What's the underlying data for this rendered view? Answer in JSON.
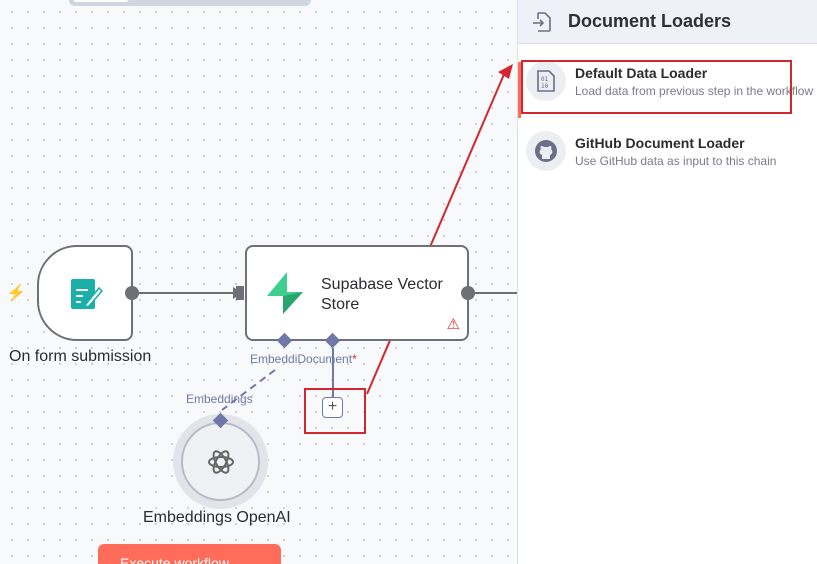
{
  "canvas": {
    "nodes": {
      "trigger": {
        "label": "On form submission"
      },
      "supabase": {
        "label_line1": "Supabase Vector",
        "label_line2": "Store"
      },
      "openai": {
        "label": "Embeddings OpenAI"
      }
    },
    "ports": {
      "embedding_short": "Embeddi",
      "document": "Document",
      "required_mark": "*",
      "embeddings": "Embeddings"
    },
    "execute_button": "Execute workflow"
  },
  "panel": {
    "title": "Document Loaders",
    "items": [
      {
        "name": "Default Data Loader",
        "desc": "Load data from previous step in the workflow"
      },
      {
        "name": "GitHub Document Loader",
        "desc": "Use GitHub data as input to this chain"
      }
    ]
  },
  "colors": {
    "accent": "#ff6d5a",
    "port": "#7078a8",
    "annotation": "#d22630",
    "supabase": "#3ecf8e"
  }
}
